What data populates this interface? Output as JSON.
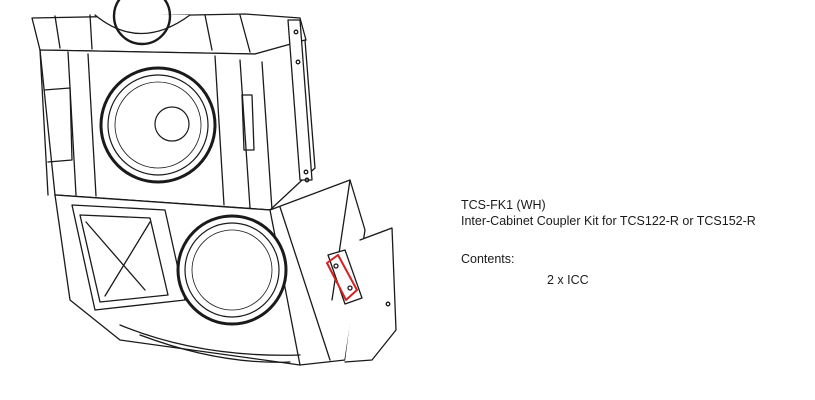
{
  "product": {
    "code": "TCS-FK1 (WH)",
    "description": "Inter-Cabinet Coupler Kit for TCS122-R or TCS152-R"
  },
  "contents": {
    "label": "Contents:",
    "items": [
      "2 x ICC"
    ]
  },
  "illustration": {
    "subject": "speaker-array-icon",
    "highlight_color": "#d62020"
  }
}
